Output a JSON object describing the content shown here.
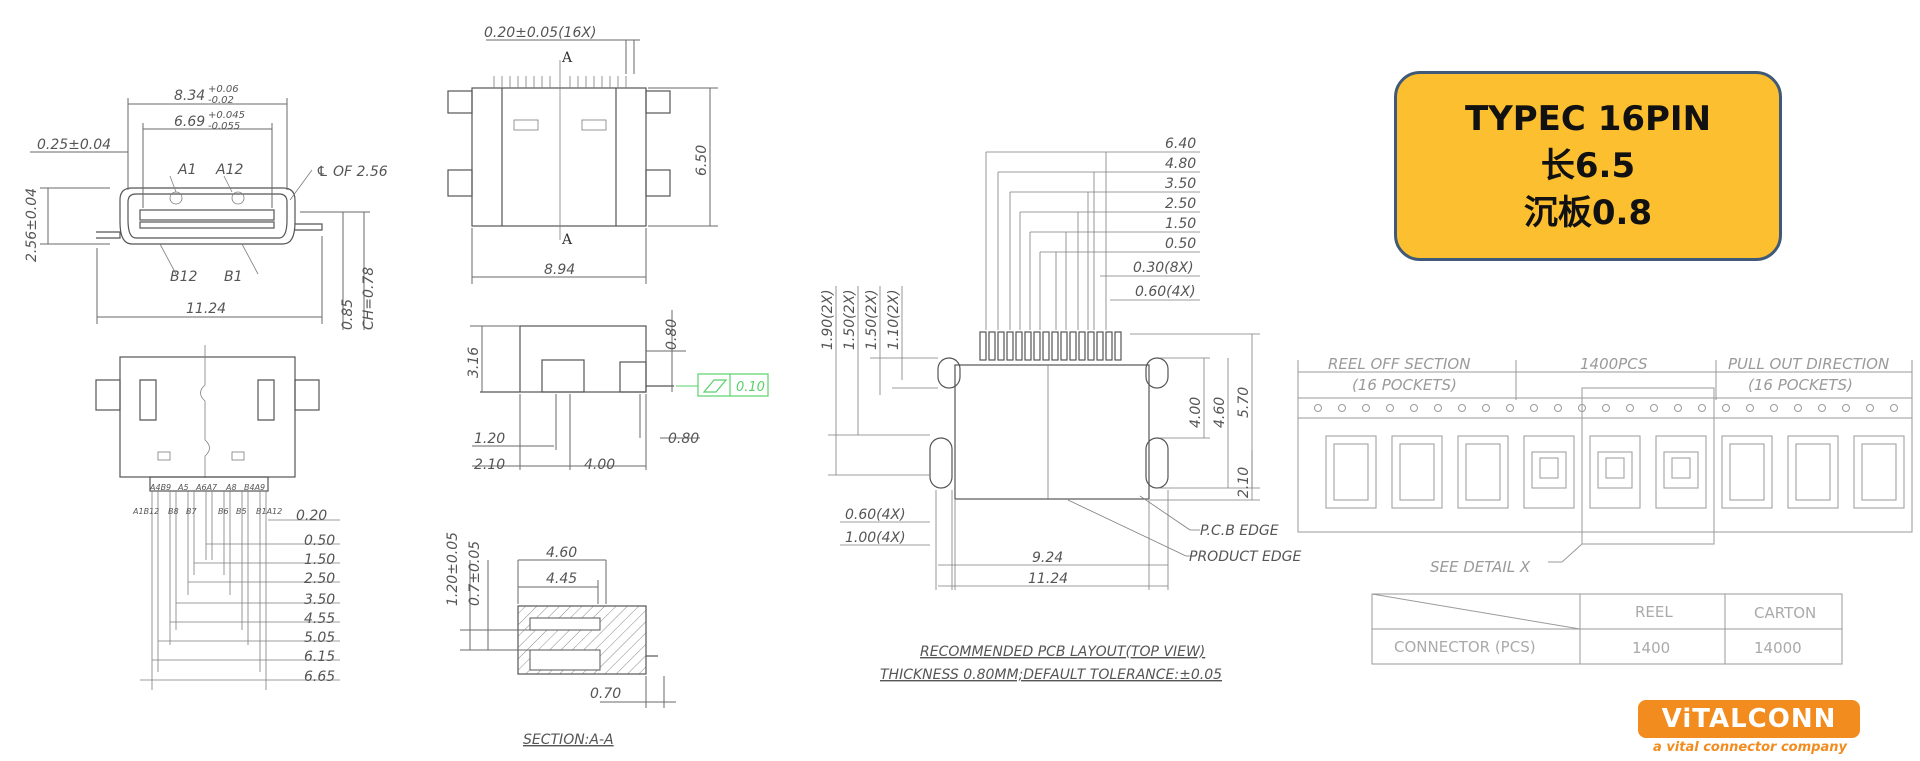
{
  "title": {
    "line1": "TYPEC 16PIN",
    "line2": "长6.5",
    "line3": "沉板0.8"
  },
  "logo": {
    "brand": "ViTALCONN",
    "tagline": "a vital connector company"
  },
  "front_view": {
    "w1": "8.34",
    "w1_tol_up": "+0.06",
    "w1_tol_dn": "-0.02",
    "w2": "6.69",
    "w2_tol_up": "+0.045",
    "w2_tol_dn": "-0.055",
    "shell": "0.25±0.04",
    "height": "2.56±0.04",
    "center": "℄ OF 2.56",
    "pin_a1": "A1",
    "pin_a12": "A12",
    "pin_b12": "B12",
    "pin_b1": "B1",
    "total_w": "11.24",
    "h1": "0.85",
    "h2": "CH=0.78"
  },
  "side_view": {
    "pitch": "0.20±0.05(16X)",
    "section": "A",
    "length": "6.50",
    "width": "8.94",
    "h316": "3.16",
    "h080": "0.80",
    "flat": "0.10",
    "d120": "1.20",
    "d210": "2.10",
    "d400": "4.00",
    "d080b": "0.80"
  },
  "section_view": {
    "d120": "1.20±0.05",
    "d07": "0.7±0.05",
    "d460": "4.60",
    "d445": "4.45",
    "d070": "0.70",
    "caption": "SECTION:A-A"
  },
  "pin_view": {
    "labels_top": [
      "A4B9",
      "A5",
      "A6A7",
      "A8",
      "B4A9"
    ],
    "labels_bot": [
      "A1B12",
      "B8",
      "B7",
      "B6",
      "B5",
      "B1A12"
    ],
    "dims": [
      "0.20",
      "0.50",
      "1.50",
      "2.50",
      "3.50",
      "4.55",
      "5.05",
      "6.15",
      "6.65"
    ]
  },
  "pcb_layout": {
    "right_dims": [
      "6.40",
      "4.80",
      "3.50",
      "2.50",
      "1.50",
      "0.50",
      "0.30(8X)",
      "0.60(4X)"
    ],
    "left_dims": [
      "1.90(2X)",
      "1.50(2X)",
      "1.50(2X)",
      "1.10(2X)"
    ],
    "d060": "0.60(4X)",
    "d100": "1.00(4X)",
    "d924": "9.24",
    "d1124": "11.24",
    "d400": "4.00",
    "d460": "4.60",
    "d570": "5.70",
    "d210": "2.10",
    "pcb_edge": "P.C.B EDGE",
    "product_edge": "PRODUCT EDGE",
    "caption1": "RECOMMENDED PCB LAYOUT(TOP VIEW)",
    "caption2": "THICKNESS 0.80MM;DEFAULT TOLERANCE:±0.05"
  },
  "packaging": {
    "reel_off": "REEL OFF SECTION",
    "reel_off_sub": "(16 POCKETS)",
    "qty": "1400PCS",
    "pull_out": "PULL OUT DIRECTION",
    "pull_out_sub": "(16 POCKETS)",
    "detail": "SEE DETAIL X"
  },
  "qty_table": {
    "col1": "REEL",
    "col2": "CARTON",
    "row_label": "CONNECTOR (PCS)",
    "reel_qty": "1400",
    "carton_qty": "14000"
  }
}
